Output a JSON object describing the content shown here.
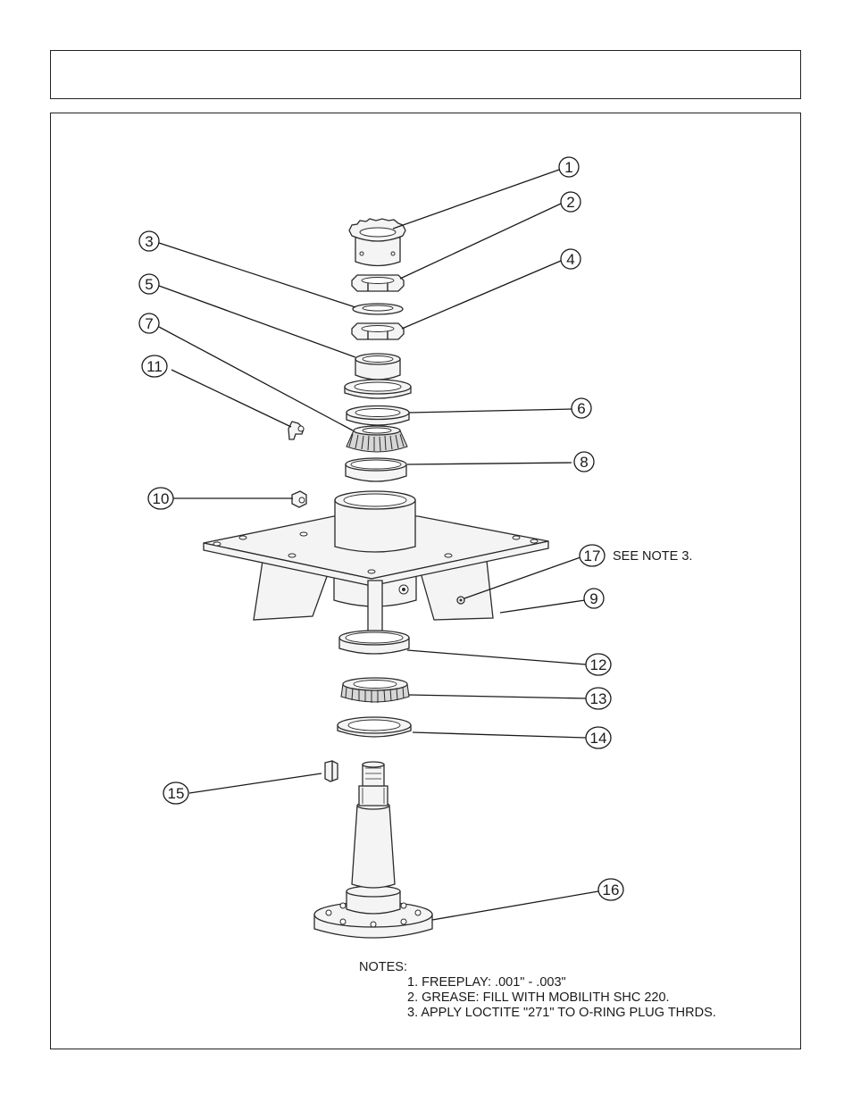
{
  "callouts": [
    {
      "id": "1",
      "label": "1"
    },
    {
      "id": "2",
      "label": "2"
    },
    {
      "id": "3",
      "label": "3"
    },
    {
      "id": "4",
      "label": "4"
    },
    {
      "id": "5",
      "label": "5"
    },
    {
      "id": "6",
      "label": "6"
    },
    {
      "id": "7",
      "label": "7"
    },
    {
      "id": "8",
      "label": "8"
    },
    {
      "id": "9",
      "label": "9"
    },
    {
      "id": "10",
      "label": "10"
    },
    {
      "id": "11",
      "label": "11"
    },
    {
      "id": "12",
      "label": "12"
    },
    {
      "id": "13",
      "label": "13"
    },
    {
      "id": "14",
      "label": "14"
    },
    {
      "id": "15",
      "label": "15"
    },
    {
      "id": "16",
      "label": "16"
    },
    {
      "id": "17",
      "label": "17"
    }
  ],
  "see_note": "SEE NOTE 3.",
  "notes": {
    "heading": "NOTES:",
    "items": [
      "1.  FREEPLAY:  .001\" - .003\"",
      "2.  GREASE:  FILL WITH MOBILITH SHC 220.",
      "3.  APPLY LOCTITE \"271\" TO O-RING PLUG THRDS."
    ]
  }
}
